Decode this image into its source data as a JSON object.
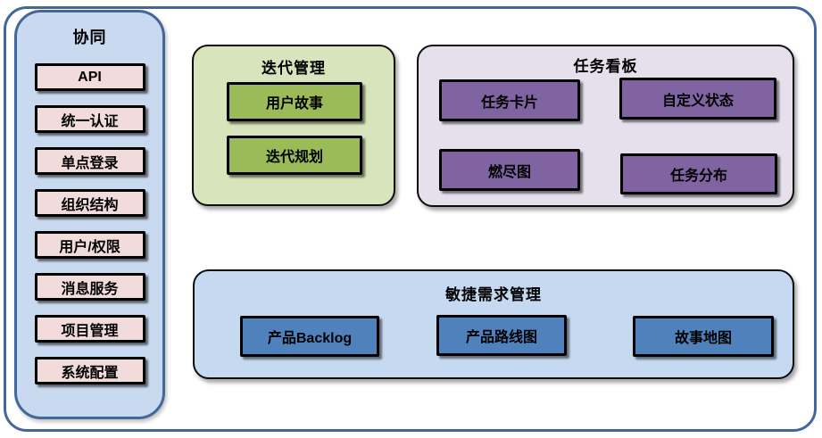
{
  "palette": {
    "frame-blue": "#44679b",
    "sidebar-fill": "#c9d9f0",
    "pink-fill": "#f2dcdb",
    "green-group-fill": "#d8e4bc",
    "green-item-fill": "#9bbb59",
    "purple-group-fill": "#e5e0ec",
    "purple-item-fill": "#8064a2",
    "blue-group-fill": "#c5d9f1",
    "blue-item-fill": "#4f81bd",
    "node-border": "#000000"
  },
  "sidebar": {
    "title": "协同",
    "items": [
      "API",
      "统一认证",
      "单点登录",
      "组织结构",
      "用户/权限",
      "消息服务",
      "项目管理",
      "系统配置"
    ]
  },
  "groups": [
    {
      "title": "迭代管理",
      "items": [
        "用户故事",
        "迭代规划"
      ]
    },
    {
      "title": "任务看板",
      "items": [
        "任务卡片",
        "自定义状态",
        "燃尽图",
        "任务分布"
      ]
    },
    {
      "title": "敏捷需求管理",
      "items": [
        "产品Backlog",
        "产品路线图",
        "故事地图"
      ]
    }
  ]
}
